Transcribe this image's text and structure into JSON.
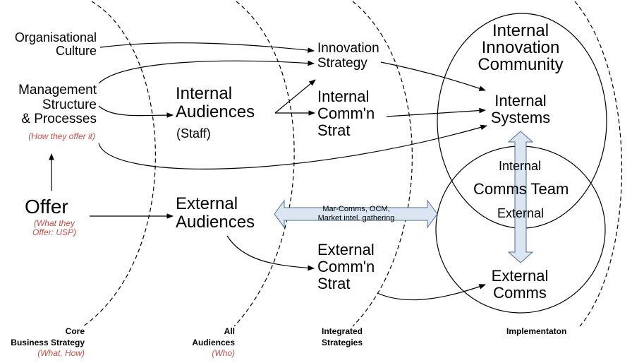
{
  "sources": {
    "culture": [
      "Organisational",
      "Culture"
    ],
    "management": [
      "Management",
      "Structure",
      "& Processes"
    ],
    "management_note": "(How they offer it)",
    "offer": "Offer",
    "offer_note": [
      "(What they",
      "Offer: USP)"
    ]
  },
  "audiences": {
    "internal": [
      "Internal",
      "Audiences"
    ],
    "internal_note": "(Staff)",
    "external": [
      "External",
      "Audiences"
    ]
  },
  "strategies": {
    "innovation": [
      "Innovation",
      "Strategy"
    ],
    "internal_comms": [
      "Internal",
      "Comm'n",
      "Strat"
    ],
    "external_comms": [
      "External",
      "Comm'n",
      "Strat"
    ]
  },
  "implementation": {
    "community": [
      "Internal",
      "Innovation",
      "Community"
    ],
    "systems": [
      "Internal",
      "Systems"
    ],
    "team_internal": "Internal",
    "team": "Comms Team",
    "team_external": "External",
    "external_comms": [
      "External",
      "Comms"
    ]
  },
  "link_label": [
    "Mar-Comms, OCM,",
    "Market intel. gathering"
  ],
  "columns": [
    {
      "lines": [
        "Core",
        "Business Strategy"
      ],
      "note": "(What, How)"
    },
    {
      "lines": [
        "All",
        "Audiences"
      ],
      "note": "(Who)"
    },
    {
      "lines": [
        "Integrated",
        "Strategies"
      ],
      "note": ""
    },
    {
      "lines": [
        "Implementaton"
      ],
      "note": ""
    }
  ]
}
